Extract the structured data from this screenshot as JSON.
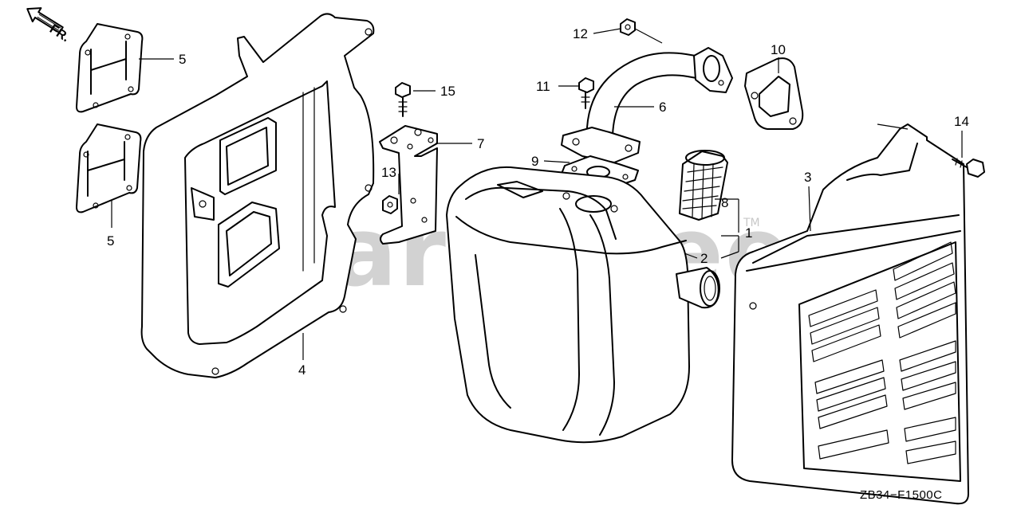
{
  "diagram": {
    "fr_label": "FR.",
    "drawing_code": "ZB34−F1500C",
    "watermark": "PartsTree",
    "watermark_tm": "TM",
    "callouts": {
      "c1": "1",
      "c2": "2",
      "c3": "3",
      "c4": "4",
      "c5a": "5",
      "c5b": "5",
      "c6": "6",
      "c7": "7",
      "c8": "8",
      "c9": "9",
      "c10": "10",
      "c11": "11",
      "c12": "12",
      "c13": "13",
      "c14": "14",
      "c15": "15"
    }
  }
}
